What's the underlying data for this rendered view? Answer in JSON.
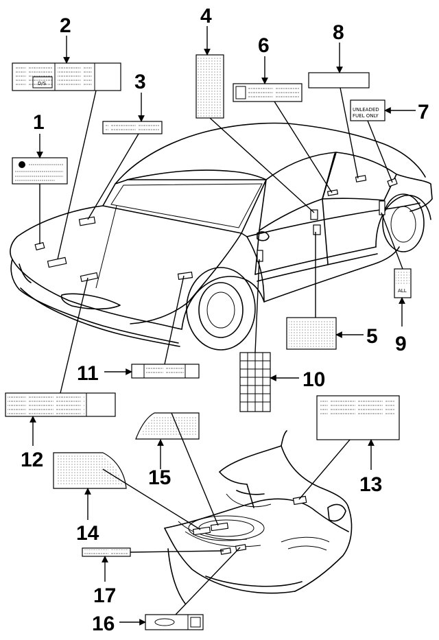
{
  "callouts": [
    {
      "id": "1",
      "text": "1"
    },
    {
      "id": "2",
      "text": "2"
    },
    {
      "id": "3",
      "text": "3"
    },
    {
      "id": "4",
      "text": "4"
    },
    {
      "id": "5",
      "text": "5"
    },
    {
      "id": "6",
      "text": "6"
    },
    {
      "id": "7",
      "text": "7"
    },
    {
      "id": "8",
      "text": "8"
    },
    {
      "id": "9",
      "text": "9"
    },
    {
      "id": "10",
      "text": "10"
    },
    {
      "id": "11",
      "text": "11"
    },
    {
      "id": "12",
      "text": "12"
    },
    {
      "id": "13",
      "text": "13"
    },
    {
      "id": "14",
      "text": "14"
    },
    {
      "id": "15",
      "text": "15"
    },
    {
      "id": "16",
      "text": "16"
    },
    {
      "id": "17",
      "text": "17"
    }
  ],
  "label_texts": {
    "item2_code": "D/S",
    "item7": [
      "UNLEADED",
      "FUEL ONLY"
    ],
    "item9": "ALL"
  },
  "colors": {
    "line": "#000000",
    "background": "#ffffff",
    "shade": "#d8d8d8"
  }
}
